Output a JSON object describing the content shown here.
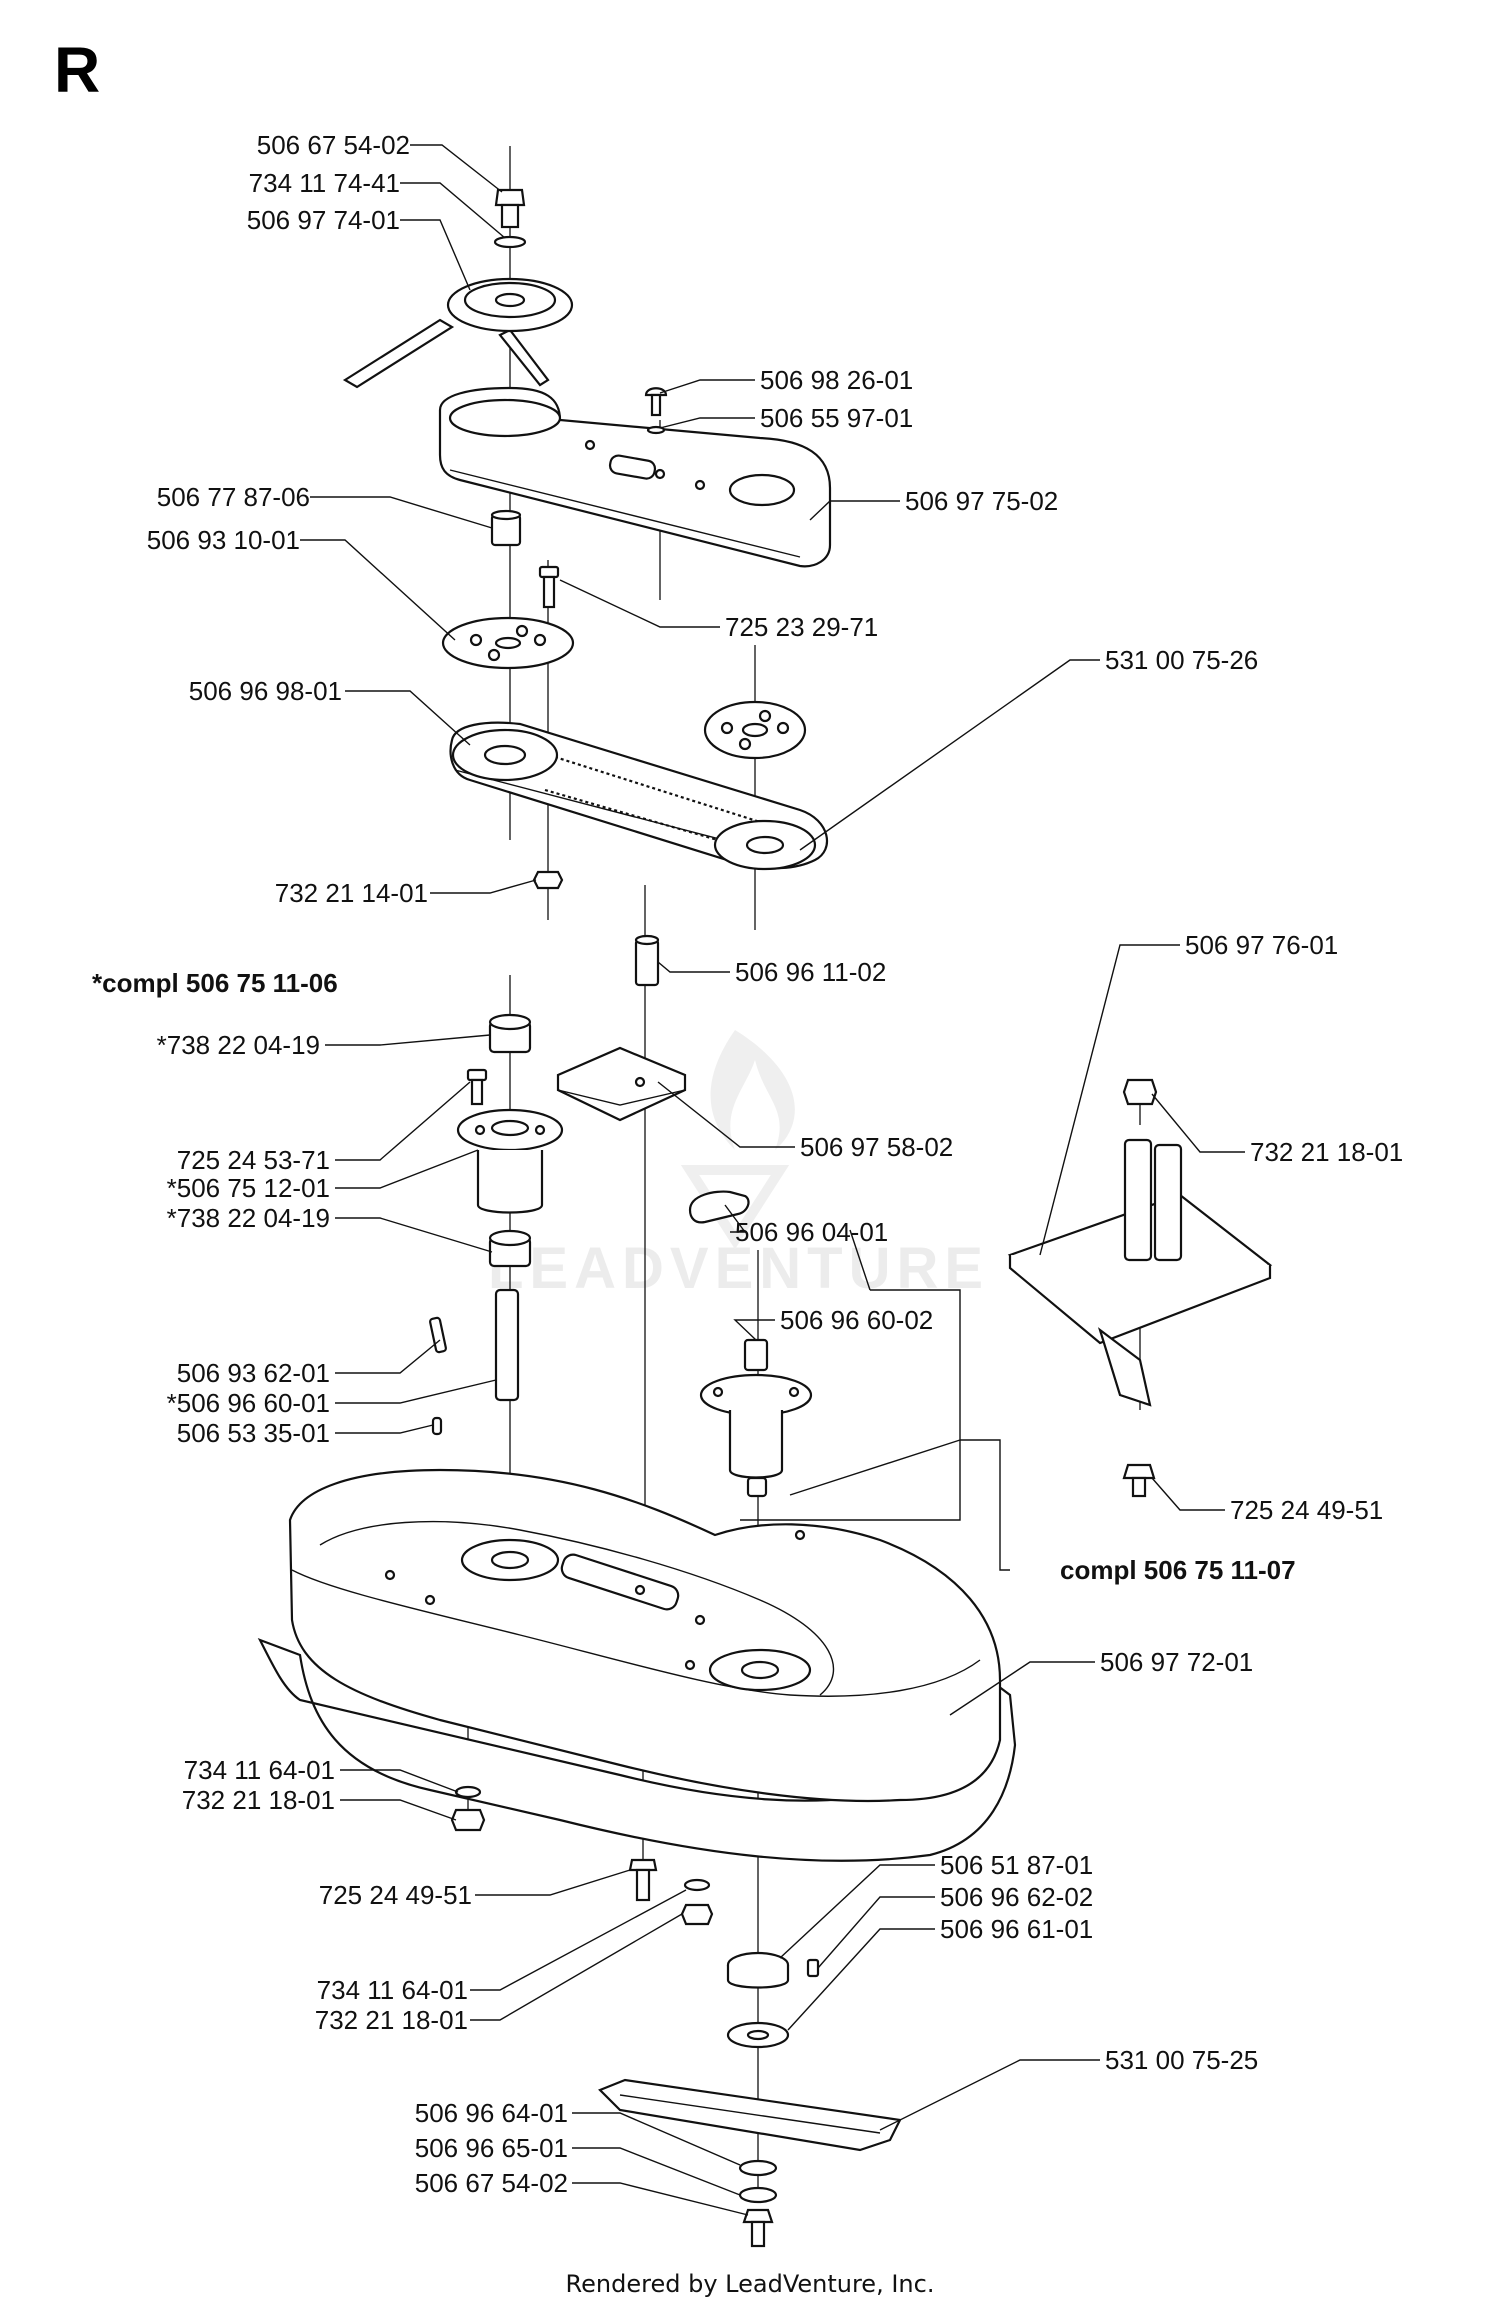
{
  "section_letter": "R",
  "footer": "Rendered by LeadVenture, Inc.",
  "watermark": "LEADVENTURE",
  "callouts": [
    {
      "id": "c01",
      "text": "506 67 54-02"
    },
    {
      "id": "c02",
      "text": "734 11 74-41"
    },
    {
      "id": "c03",
      "text": "506 97 74-01"
    },
    {
      "id": "c04",
      "text": "506 98 26-01"
    },
    {
      "id": "c05",
      "text": "506 55 97-01"
    },
    {
      "id": "c06",
      "text": "506 77 87-06"
    },
    {
      "id": "c07",
      "text": "506 93 10-01"
    },
    {
      "id": "c08",
      "text": "506 97 75-02"
    },
    {
      "id": "c09",
      "text": "725 23 29-71"
    },
    {
      "id": "c10",
      "text": "531 00 75-26"
    },
    {
      "id": "c11",
      "text": "506 96 98-01"
    },
    {
      "id": "c12",
      "text": "732 21 14-01"
    },
    {
      "id": "c13",
      "text": "*compl 506 75 11-06"
    },
    {
      "id": "c14",
      "text": "506 96 11-02"
    },
    {
      "id": "c15",
      "text": "506 97 76-01"
    },
    {
      "id": "c16",
      "text": "*738 22 04-19"
    },
    {
      "id": "c17",
      "text": "506 97 58-02"
    },
    {
      "id": "c18",
      "text": "732 21 18-01"
    },
    {
      "id": "c19",
      "text": "725 24 53-71"
    },
    {
      "id": "c20",
      "text": "*506 75 12-01"
    },
    {
      "id": "c21",
      "text": "*738 22 04-19"
    },
    {
      "id": "c22",
      "text": "506 96 04-01"
    },
    {
      "id": "c23",
      "text": "506 96 60-02"
    },
    {
      "id": "c24",
      "text": "506 93 62-01"
    },
    {
      "id": "c25",
      "text": "*506 96 60-01"
    },
    {
      "id": "c26",
      "text": "506 53 35-01"
    },
    {
      "id": "c27",
      "text": "725 24 49-51"
    },
    {
      "id": "c28",
      "text": "compl 506 75 11-07"
    },
    {
      "id": "c29",
      "text": "506 97 72-01"
    },
    {
      "id": "c30",
      "text": "734 11 64-01"
    },
    {
      "id": "c31",
      "text": "732 21 18-01"
    },
    {
      "id": "c32",
      "text": "725 24 49-51"
    },
    {
      "id": "c33",
      "text": "506 51 87-01"
    },
    {
      "id": "c34",
      "text": "506 96 62-02"
    },
    {
      "id": "c35",
      "text": "506 96 61-01"
    },
    {
      "id": "c36",
      "text": "734 11 64-01"
    },
    {
      "id": "c37",
      "text": "732 21 18-01"
    },
    {
      "id": "c38",
      "text": "531 00 75-25"
    },
    {
      "id": "c39",
      "text": "506 96 64-01"
    },
    {
      "id": "c40",
      "text": "506 96 65-01"
    },
    {
      "id": "c41",
      "text": "506 67 54-02"
    }
  ]
}
